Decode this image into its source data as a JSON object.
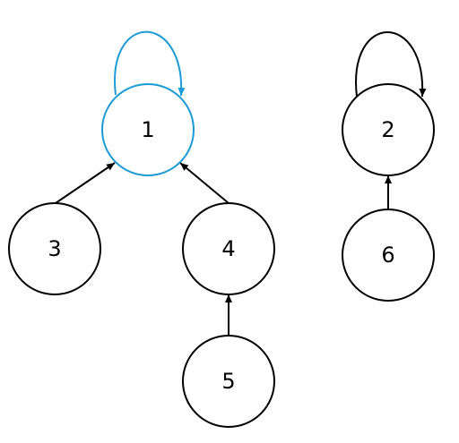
{
  "diagram": {
    "colors": {
      "default": "#000000",
      "highlight": "#1a9bd7",
      "background": "#ffffff"
    },
    "nodes": [
      {
        "id": "1",
        "label": "1",
        "highlighted": true
      },
      {
        "id": "2",
        "label": "2",
        "highlighted": false
      },
      {
        "id": "3",
        "label": "3",
        "highlighted": false
      },
      {
        "id": "4",
        "label": "4",
        "highlighted": false
      },
      {
        "id": "5",
        "label": "5",
        "highlighted": false
      },
      {
        "id": "6",
        "label": "6",
        "highlighted": false
      }
    ],
    "edges": [
      {
        "from": "1",
        "to": "1",
        "self_loop": true,
        "highlighted": true
      },
      {
        "from": "2",
        "to": "2",
        "self_loop": true,
        "highlighted": false
      },
      {
        "from": "3",
        "to": "1",
        "self_loop": false,
        "highlighted": false
      },
      {
        "from": "4",
        "to": "1",
        "self_loop": false,
        "highlighted": false
      },
      {
        "from": "5",
        "to": "4",
        "self_loop": false,
        "highlighted": false
      },
      {
        "from": "6",
        "to": "2",
        "self_loop": false,
        "highlighted": false
      }
    ]
  }
}
